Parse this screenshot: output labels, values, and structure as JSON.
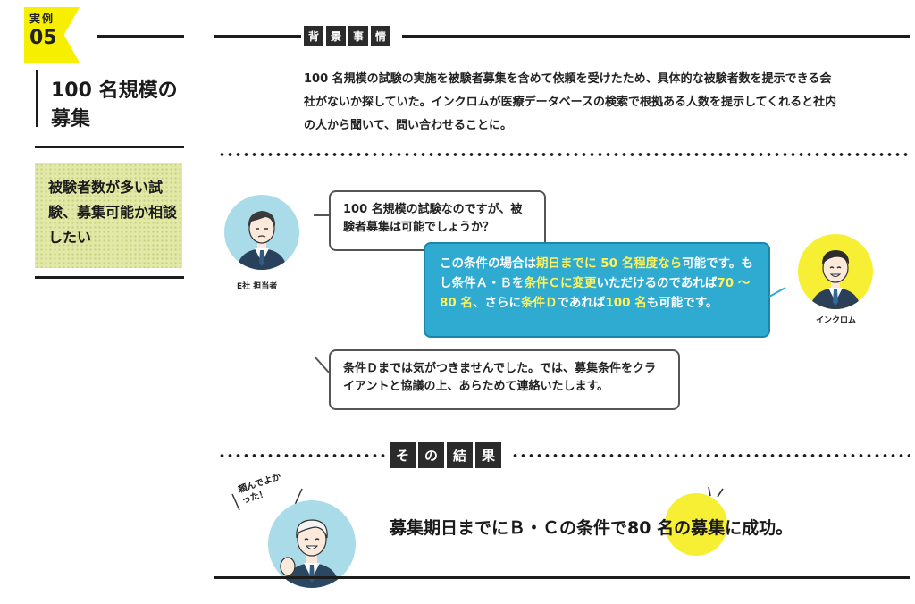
{
  "case": {
    "label": "実例",
    "number": "05",
    "title": "100 名規模の募集",
    "need": "被験者数が多い試験、募集可能か相談したい"
  },
  "background": {
    "heading_chars": [
      "背",
      "景",
      "事",
      "情"
    ],
    "text": "100 名規模の試験の実施を被験者募集を含めて依頼を受けたため、具体的な被験者数を提示できる会社がないか探していた。インクロムが医療データベースの検索で根拠ある人数を提示してくれると社内の人から聞いて、問い合わせることに。"
  },
  "conversation": {
    "client_caption": "E社 担当者",
    "company_caption": "インクロム",
    "bubble1": "100 名規模の試験なのですが、被験者募集は可能でしょうか？",
    "bubble2": {
      "p1": "この条件の場合は",
      "h1": "期日までに 50 名程度なら",
      "p2": "可能です。もし条件Ａ・Ｂを",
      "h2": "条件Ｃに変更",
      "p3": "いただけるのであれば",
      "h3": "70 ～ 80 名",
      "p4": "、さらに",
      "h4": "条件Ｄ",
      "p5": "であれば",
      "h5": "100 名",
      "p6": "も可能です。"
    },
    "bubble3": "条件Ｄまでは気がつきませんでした。では、募集条件をクライアントと協議の上、あらためて連絡いたします。"
  },
  "result": {
    "heading_chars": [
      "そ",
      "の",
      "結",
      "果"
    ],
    "exclaim": "頼んでよかった！",
    "text_before": "募集期日までにＢ・Ｃの条件で",
    "text_number": "80 名",
    "text_after": "の募集に成功。"
  },
  "colors": {
    "accent_yellow": "#f7ef00",
    "bubble_blue": "#2faad0",
    "avatar_blue": "#a9dbe8",
    "need_box": "#e2e8a8"
  }
}
